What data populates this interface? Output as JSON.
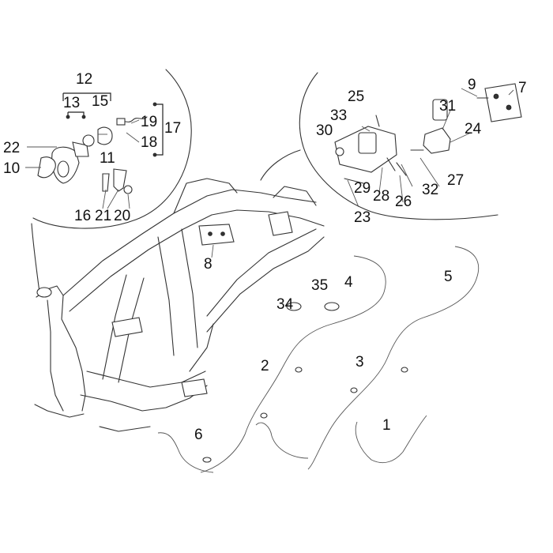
{
  "diagram": {
    "callouts": {
      "c1": "1",
      "c2": "2",
      "c3": "3",
      "c4": "4",
      "c5": "5",
      "c6": "6",
      "c7": "7",
      "c8": "8",
      "c9": "9",
      "c10": "10",
      "c11": "11",
      "c12": "12",
      "c13": "13",
      "c14": "15",
      "c15": "16",
      "c16": "17",
      "c17": "18",
      "c18": "19",
      "c19": "20",
      "c20": "21",
      "c21": "22",
      "c22": "23",
      "c23": "24",
      "c24": "25",
      "c25": "26",
      "c26": "27",
      "c27": "28",
      "c28": "29",
      "c29": "30",
      "c30": "31",
      "c31": "32",
      "c32": "33",
      "c33": "34",
      "c34": "35"
    },
    "colors": {
      "line": "#333333",
      "background": "#ffffff"
    }
  }
}
